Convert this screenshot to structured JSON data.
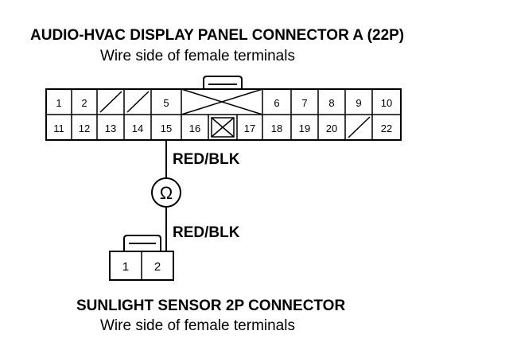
{
  "top_connector": {
    "title": "AUDIO-HVAC DISPLAY PANEL CONNECTOR A (22P)",
    "subtitle": "Wire side of female terminals",
    "row1": [
      "1",
      "2",
      "",
      "",
      "5",
      "",
      "",
      "6",
      "7",
      "8",
      "9",
      "10"
    ],
    "row2": [
      "11",
      "12",
      "13",
      "14",
      "15",
      "16",
      "",
      "17",
      "18",
      "19",
      "20",
      "",
      "22"
    ]
  },
  "wire_upper": {
    "label": "RED/BLK"
  },
  "wire_lower": {
    "label": "RED/BLK"
  },
  "meter_symbol": {
    "label": "Ω"
  },
  "bottom_connector": {
    "title": "SUNLIGHT SENSOR 2P CONNECTOR",
    "subtitle": "Wire side of female terminals",
    "pins": [
      "1",
      "2"
    ]
  }
}
